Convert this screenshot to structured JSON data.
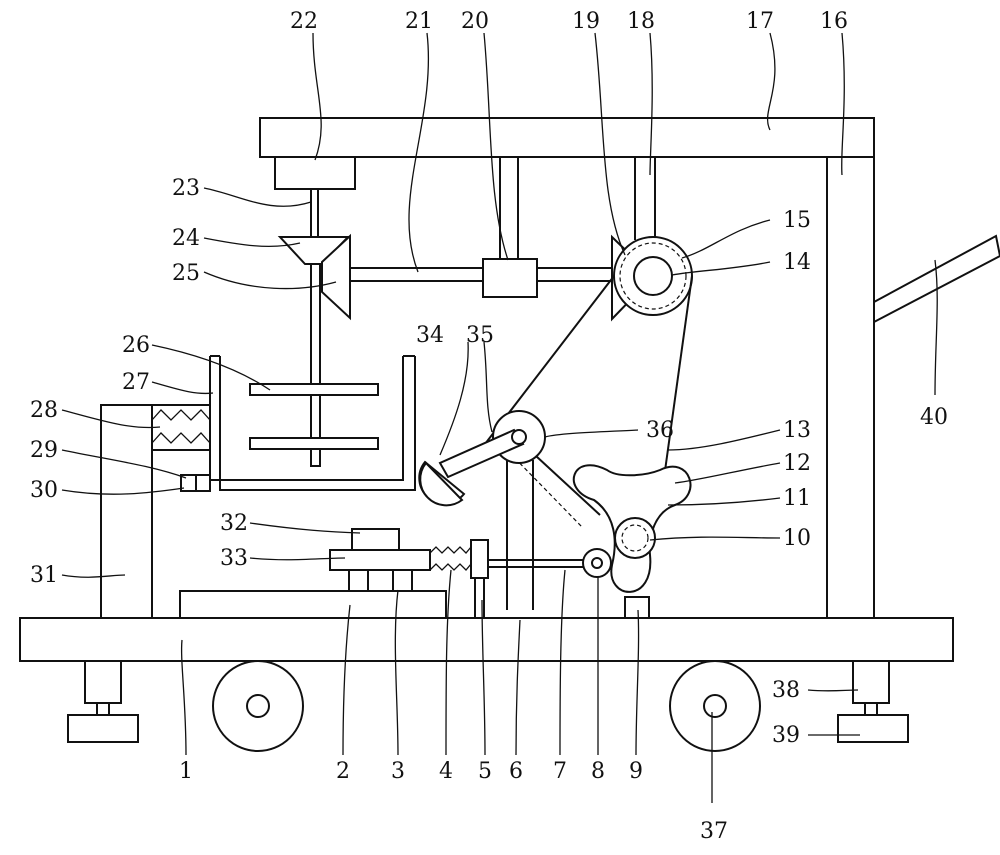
{
  "labels": {
    "l1": "1",
    "l2": "2",
    "l3": "3",
    "l4": "4",
    "l5": "5",
    "l6": "6",
    "l7": "7",
    "l8": "8",
    "l9": "9",
    "l10": "10",
    "l11": "11",
    "l12": "12",
    "l13": "13",
    "l14": "14",
    "l15": "15",
    "l16": "16",
    "l17": "17",
    "l18": "18",
    "l19": "19",
    "l20": "20",
    "l21": "21",
    "l22": "22",
    "l23": "23",
    "l24": "24",
    "l25": "25",
    "l26": "26",
    "l27": "27",
    "l28": "28",
    "l29": "29",
    "l30": "30",
    "l31": "31",
    "l32": "32",
    "l33": "33",
    "l34": "34",
    "l35": "35",
    "l36": "36",
    "l37": "37",
    "l38": "38",
    "l39": "39",
    "l40": "40"
  }
}
